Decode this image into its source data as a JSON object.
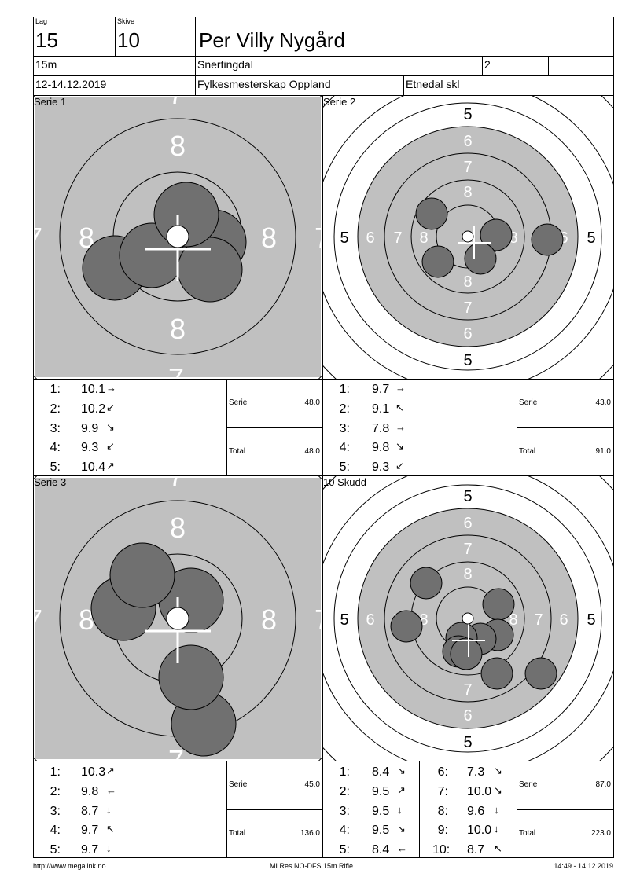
{
  "header": {
    "lag_label": "Lag",
    "lag_value": "15",
    "skive_label": "Skive",
    "skive_value": "10",
    "name": "Per Villy Nygård",
    "distance": "15m",
    "club": "Snertingdal",
    "class": "2",
    "date": "12-14.12.2019",
    "event": "Fylkesmesterskap Oppland",
    "venue": "Etnedal skl"
  },
  "panels": {
    "s1": {
      "label": "Serie 1"
    },
    "s2": {
      "label": "Serie 2"
    },
    "s3": {
      "label": "Serie 3"
    },
    "s4": {
      "label": "10 Skudd"
    }
  },
  "target_rings": {
    "zoomed": {
      "n8": "8",
      "n7": "7"
    },
    "full": {
      "n5": "5",
      "n6": "6",
      "n7": "7",
      "n8": "8"
    }
  },
  "series": {
    "s1": {
      "shots": [
        {
          "n": "1:",
          "v": "10.1",
          "dir": "→"
        },
        {
          "n": "2:",
          "v": "10.2",
          "dir": "↙"
        },
        {
          "n": "3:",
          "v": "9.9",
          "dir": "↘"
        },
        {
          "n": "4:",
          "v": "9.3",
          "dir": "↙"
        },
        {
          "n": "5:",
          "v": "10.4",
          "dir": "↗"
        }
      ],
      "serie_label": "Serie",
      "serie_value": "48.0",
      "total_label": "Total",
      "total_value": "48.0"
    },
    "s2": {
      "shots": [
        {
          "n": "1:",
          "v": "9.7",
          "dir": "→"
        },
        {
          "n": "2:",
          "v": "9.1",
          "dir": "↖"
        },
        {
          "n": "3:",
          "v": "7.8",
          "dir": "→"
        },
        {
          "n": "4:",
          "v": "9.8",
          "dir": "↘"
        },
        {
          "n": "5:",
          "v": "9.3",
          "dir": "↙"
        }
      ],
      "serie_label": "Serie",
      "serie_value": "43.0",
      "total_label": "Total",
      "total_value": "91.0"
    },
    "s3": {
      "shots": [
        {
          "n": "1:",
          "v": "10.3",
          "dir": "↗"
        },
        {
          "n": "2:",
          "v": "9.8",
          "dir": "←"
        },
        {
          "n": "3:",
          "v": "8.7",
          "dir": "↓"
        },
        {
          "n": "4:",
          "v": "9.7",
          "dir": "↖"
        },
        {
          "n": "5:",
          "v": "9.7",
          "dir": "↓"
        }
      ],
      "serie_label": "Serie",
      "serie_value": "45.0",
      "total_label": "Total",
      "total_value": "136.0"
    },
    "s4": {
      "shots_a": [
        {
          "n": "1:",
          "v": "8.4",
          "dir": "↘"
        },
        {
          "n": "2:",
          "v": "9.5",
          "dir": "↗"
        },
        {
          "n": "3:",
          "v": "9.5",
          "dir": "↓"
        },
        {
          "n": "4:",
          "v": "9.5",
          "dir": "↘"
        },
        {
          "n": "5:",
          "v": "8.4",
          "dir": "←"
        }
      ],
      "shots_b": [
        {
          "n": "6:",
          "v": "7.3",
          "dir": "↘"
        },
        {
          "n": "7:",
          "v": "10.0",
          "dir": "↘"
        },
        {
          "n": "8:",
          "v": "9.6",
          "dir": "↓"
        },
        {
          "n": "9:",
          "v": "10.0",
          "dir": "↓"
        },
        {
          "n": "10:",
          "v": "8.7",
          "dir": "↖"
        }
      ],
      "serie_label": "Serie",
      "serie_value": "87.0",
      "total_label": "Total",
      "total_value": "223.0"
    }
  },
  "footer": {
    "url": "http://www.megalink.no",
    "program": "MLRes NO-DFS 15m Rifle",
    "timestamp": "14:49 - 14.12.2019"
  }
}
